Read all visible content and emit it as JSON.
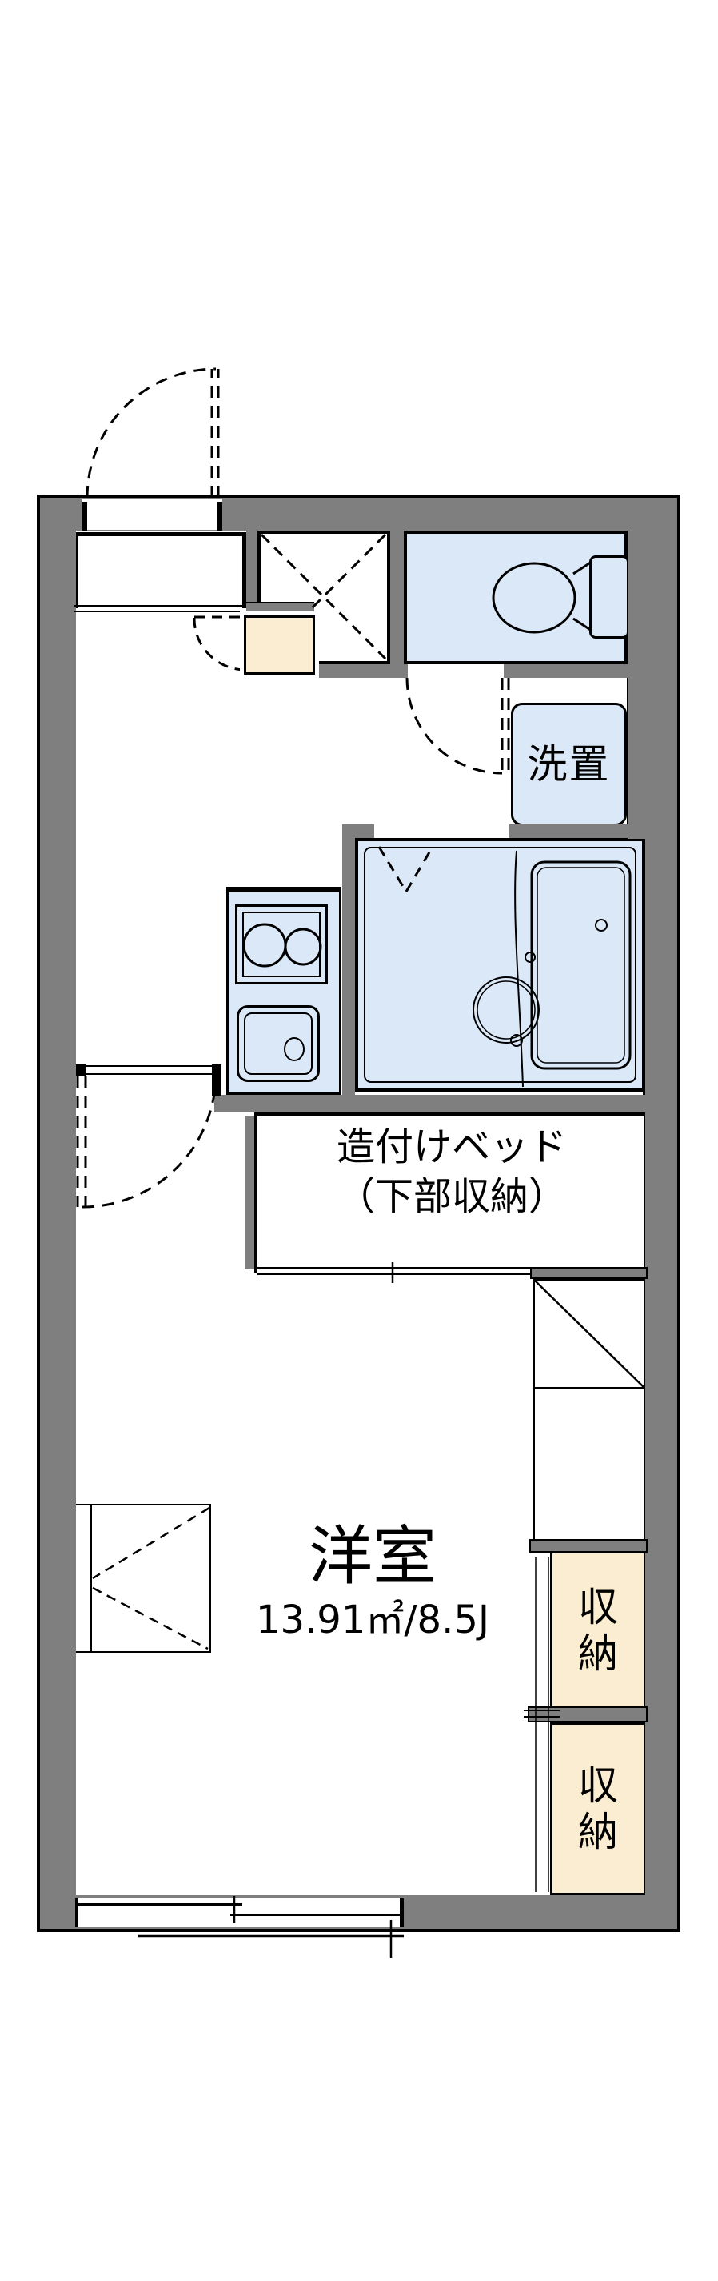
{
  "floorplan": {
    "type": "japanese-apartment-floorplan",
    "labels": {
      "laundry_space": "洗置",
      "built_in_bed_line1": "造付けベッド",
      "built_in_bed_line2": "（下部収納）",
      "main_room_name": "洋室",
      "main_room_area": "13.91㎡/8.5J",
      "storage_upper": "収納",
      "storage_lower": "収納"
    },
    "colors": {
      "wall_gray": "#7F7F7F",
      "wet_area_blue": "#DBE8F8",
      "storage_cream": "#FAEDD2",
      "outline_black": "#000000",
      "background_white": "#FFFFFF"
    }
  }
}
